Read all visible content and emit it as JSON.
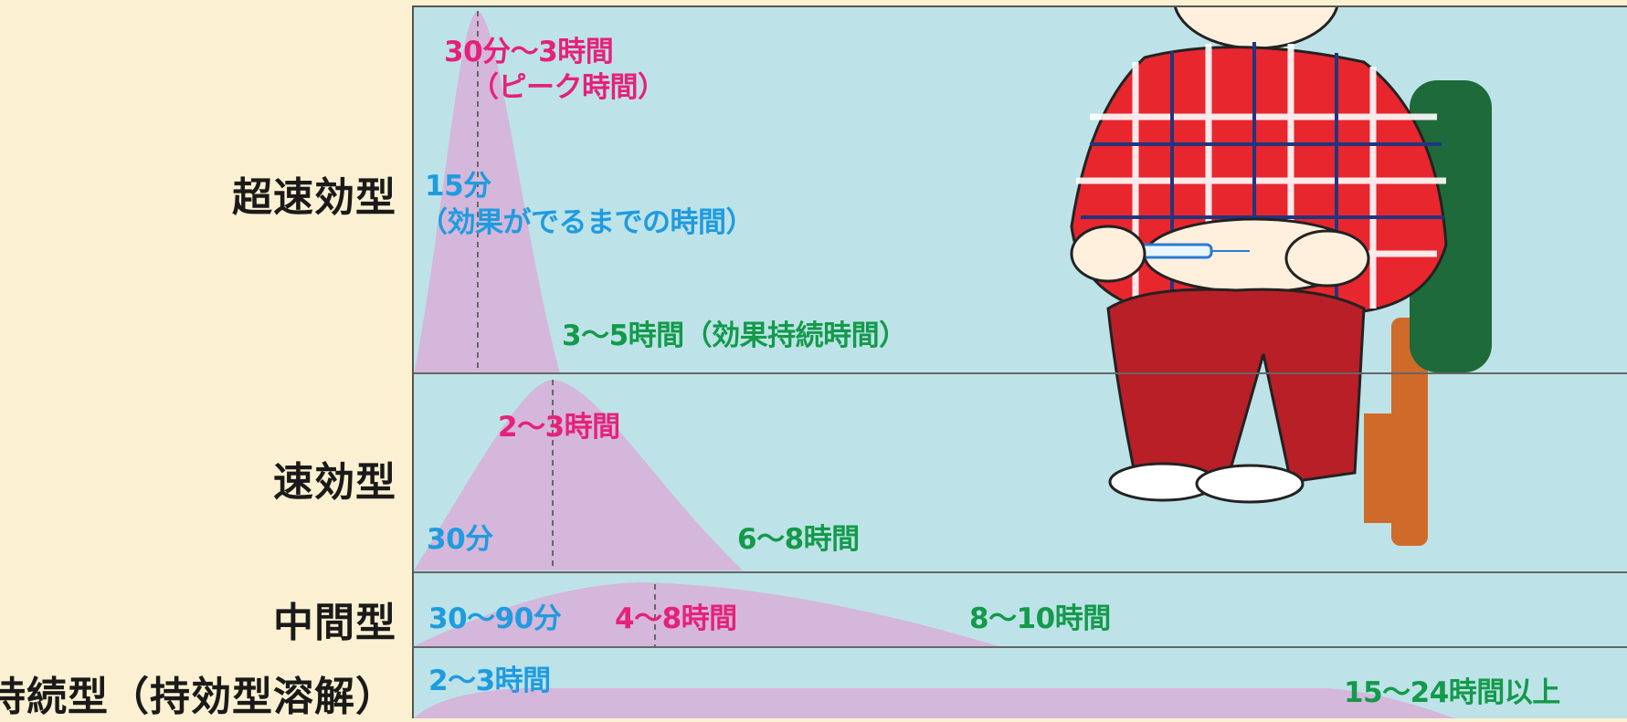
{
  "rows": {
    "ultra": "超速効型",
    "rapid": "速効型",
    "intermediate": "中間型",
    "long": "持続型（持効型溶解）"
  },
  "labels": {
    "ultra_peak": "30分〜3時間",
    "ultra_peak_note": "（ピーク時間）",
    "ultra_onset": "15分",
    "ultra_onset_note": "（効果がでるまでの時間）",
    "ultra_duration": "3〜5時間（効果持続時間）",
    "rapid_peak": "2〜3時間",
    "rapid_onset": "30分",
    "rapid_duration": "6〜8時間",
    "mid_onset": "30〜90分",
    "mid_peak": "4〜8時間",
    "mid_duration": "8〜10時間",
    "long_onset": "2〜3時間",
    "long_duration": "15〜24時間以上"
  },
  "colors": {
    "background": "#fbf1d2",
    "panel": "#bde3e8",
    "curve": "#d4b7da",
    "peak_text": "#e6217a",
    "onset_text": "#1f9be0",
    "duration_text": "#139a4a"
  },
  "illustration": "man-injecting-insulin"
}
